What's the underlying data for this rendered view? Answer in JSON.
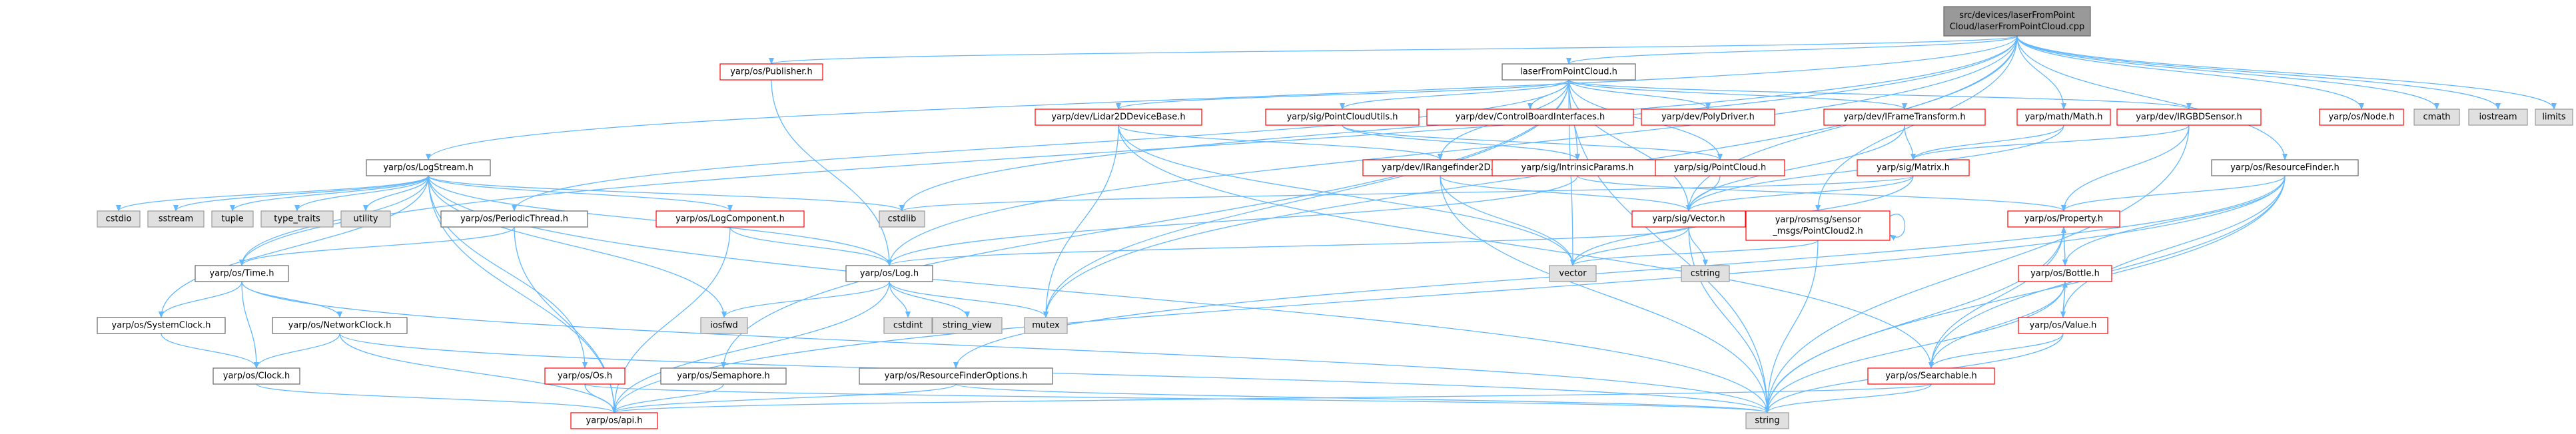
{
  "colors": {
    "edge": "#63b8ff",
    "root_fill": "#999999",
    "root_stroke": "#666666",
    "doc_fill": "#ffffff",
    "doc_stroke": "#666666",
    "incomplete_stroke": "#ff0000",
    "external_fill": "#e0e0e0",
    "external_stroke": "#999999"
  },
  "nodes": [
    {
      "id": "root",
      "label": [
        "src/devices/laserFromPoint",
        "Cloud/laserFromPointCloud.cpp"
      ],
      "kind": "root"
    },
    {
      "id": "lfpc_h",
      "label": [
        "laserFromPointCloud.h"
      ],
      "kind": "doc"
    },
    {
      "id": "publisher",
      "label": [
        "yarp/os/Publisher.h"
      ],
      "kind": "incomplete"
    },
    {
      "id": "mathmath",
      "label": [
        "yarp/math/Math.h"
      ],
      "kind": "incomplete"
    },
    {
      "id": "osnode",
      "label": [
        "yarp/os/Node.h"
      ],
      "kind": "incomplete"
    },
    {
      "id": "cmath",
      "label": [
        "cmath"
      ],
      "kind": "external"
    },
    {
      "id": "iostream",
      "label": [
        "iostream"
      ],
      "kind": "external"
    },
    {
      "id": "limits",
      "label": [
        "limits"
      ],
      "kind": "external"
    },
    {
      "id": "lidar",
      "label": [
        "yarp/dev/Lidar2DDeviceBase.h"
      ],
      "kind": "incomplete"
    },
    {
      "id": "pcutils",
      "label": [
        "yarp/sig/PointCloudUtils.h"
      ],
      "kind": "incomplete"
    },
    {
      "id": "cbi",
      "label": [
        "yarp/dev/ControlBoardInterfaces.h"
      ],
      "kind": "incomplete"
    },
    {
      "id": "polydriver",
      "label": [
        "yarp/dev/PolyDriver.h"
      ],
      "kind": "incomplete"
    },
    {
      "id": "frametransform",
      "label": [
        "yarp/dev/IFrameTransform.h"
      ],
      "kind": "incomplete"
    },
    {
      "id": "rgbd",
      "label": [
        "yarp/dev/IRGBDSensor.h"
      ],
      "kind": "incomplete"
    },
    {
      "id": "logstream",
      "label": [
        "yarp/os/LogStream.h"
      ],
      "kind": "doc"
    },
    {
      "id": "rangefinder",
      "label": [
        "yarp/dev/IRangefinder2D.h"
      ],
      "kind": "incomplete"
    },
    {
      "id": "intrinsic",
      "label": [
        "yarp/sig/IntrinsicParams.h"
      ],
      "kind": "incomplete"
    },
    {
      "id": "pointcloud",
      "label": [
        "yarp/sig/PointCloud.h"
      ],
      "kind": "incomplete"
    },
    {
      "id": "matrix",
      "label": [
        "yarp/sig/Matrix.h"
      ],
      "kind": "incomplete"
    },
    {
      "id": "resfinder",
      "label": [
        "yarp/os/ResourceFinder.h"
      ],
      "kind": "doc"
    },
    {
      "id": "periodic",
      "label": [
        "yarp/os/PeriodicThread.h"
      ],
      "kind": "doc"
    },
    {
      "id": "logcomp",
      "label": [
        "yarp/os/LogComponent.h"
      ],
      "kind": "incomplete"
    },
    {
      "id": "cstdio",
      "label": [
        "cstdio"
      ],
      "kind": "external"
    },
    {
      "id": "sstream",
      "label": [
        "sstream"
      ],
      "kind": "external"
    },
    {
      "id": "tuple",
      "label": [
        "tuple"
      ],
      "kind": "external"
    },
    {
      "id": "typetraits",
      "label": [
        "type_traits"
      ],
      "kind": "external"
    },
    {
      "id": "utility",
      "label": [
        "utility"
      ],
      "kind": "external"
    },
    {
      "id": "cstdlib",
      "label": [
        "cstdlib"
      ],
      "kind": "external"
    },
    {
      "id": "svector",
      "label": [
        "yarp/sig/Vector.h"
      ],
      "kind": "incomplete"
    },
    {
      "id": "rosmsg",
      "label": [
        "yarp/rosmsg/sensor",
        "_msgs/PointCloud2.h"
      ],
      "kind": "incomplete"
    },
    {
      "id": "property",
      "label": [
        "yarp/os/Property.h"
      ],
      "kind": "incomplete"
    },
    {
      "id": "ostime",
      "label": [
        "yarp/os/Time.h"
      ],
      "kind": "doc"
    },
    {
      "id": "oslog",
      "label": [
        "yarp/os/Log.h"
      ],
      "kind": "doc"
    },
    {
      "id": "vector",
      "label": [
        "vector"
      ],
      "kind": "external"
    },
    {
      "id": "cstring",
      "label": [
        "cstring"
      ],
      "kind": "external"
    },
    {
      "id": "bottle",
      "label": [
        "yarp/os/Bottle.h"
      ],
      "kind": "incomplete"
    },
    {
      "id": "sysclock",
      "label": [
        "yarp/os/SystemClock.h"
      ],
      "kind": "doc"
    },
    {
      "id": "netclock",
      "label": [
        "yarp/os/NetworkClock.h"
      ],
      "kind": "doc"
    },
    {
      "id": "iosfwd",
      "label": [
        "iosfwd"
      ],
      "kind": "external"
    },
    {
      "id": "cstdint",
      "label": [
        "cstdint"
      ],
      "kind": "external"
    },
    {
      "id": "stringview",
      "label": [
        "string_view"
      ],
      "kind": "external"
    },
    {
      "id": "mutex",
      "label": [
        "mutex"
      ],
      "kind": "external"
    },
    {
      "id": "value",
      "label": [
        "yarp/os/Value.h"
      ],
      "kind": "incomplete"
    },
    {
      "id": "osclock",
      "label": [
        "yarp/os/Clock.h"
      ],
      "kind": "doc"
    },
    {
      "id": "osos",
      "label": [
        "yarp/os/Os.h"
      ],
      "kind": "incomplete"
    },
    {
      "id": "semaphore",
      "label": [
        "yarp/os/Semaphore.h"
      ],
      "kind": "doc"
    },
    {
      "id": "rfopts",
      "label": [
        "yarp/os/ResourceFinderOptions.h"
      ],
      "kind": "doc"
    },
    {
      "id": "searchable",
      "label": [
        "yarp/os/Searchable.h"
      ],
      "kind": "incomplete"
    },
    {
      "id": "api",
      "label": [
        "yarp/os/api.h"
      ],
      "kind": "incomplete"
    },
    {
      "id": "string",
      "label": [
        "string"
      ],
      "kind": "external"
    }
  ],
  "edges": [
    [
      "root",
      "lfpc_h"
    ],
    [
      "root",
      "publisher"
    ],
    [
      "root",
      "mathmath"
    ],
    [
      "root",
      "osnode"
    ],
    [
      "root",
      "cmath"
    ],
    [
      "root",
      "iostream"
    ],
    [
      "root",
      "limits"
    ],
    [
      "root",
      "logstream"
    ],
    [
      "root",
      "ostime"
    ],
    [
      "root",
      "oslog"
    ],
    [
      "root",
      "cstdlib"
    ],
    [
      "root",
      "mutex"
    ],
    [
      "root",
      "resfinder"
    ],
    [
      "root",
      "svector"
    ],
    [
      "root",
      "rosmsg"
    ],
    [
      "lfpc_h",
      "lidar"
    ],
    [
      "lfpc_h",
      "pcutils"
    ],
    [
      "lfpc_h",
      "cbi"
    ],
    [
      "lfpc_h",
      "polydriver"
    ],
    [
      "lfpc_h",
      "frametransform"
    ],
    [
      "lfpc_h",
      "rgbd"
    ],
    [
      "lfpc_h",
      "rangefinder"
    ],
    [
      "lfpc_h",
      "intrinsic"
    ],
    [
      "lfpc_h",
      "pointcloud"
    ],
    [
      "lfpc_h",
      "periodic"
    ],
    [
      "lfpc_h",
      "semaphore"
    ],
    [
      "lfpc_h",
      "string"
    ],
    [
      "lfpc_h",
      "vector"
    ],
    [
      "lfpc_h",
      "svector"
    ],
    [
      "lfpc_h",
      "mutex"
    ],
    [
      "publisher",
      "oslog"
    ],
    [
      "mathmath",
      "matrix"
    ],
    [
      "mathmath",
      "svector"
    ],
    [
      "lidar",
      "rangefinder"
    ],
    [
      "lidar",
      "searchable"
    ],
    [
      "lidar",
      "mutex"
    ],
    [
      "lidar",
      "vector"
    ],
    [
      "pcutils",
      "pointcloud"
    ],
    [
      "pcutils",
      "intrinsic"
    ],
    [
      "frametransform",
      "matrix"
    ],
    [
      "frametransform",
      "svector"
    ],
    [
      "rgbd",
      "matrix"
    ],
    [
      "rgbd",
      "property"
    ],
    [
      "rgbd",
      "string"
    ],
    [
      "logstream",
      "cstdio"
    ],
    [
      "logstream",
      "sstream"
    ],
    [
      "logstream",
      "tuple"
    ],
    [
      "logstream",
      "typetraits"
    ],
    [
      "logstream",
      "utility"
    ],
    [
      "logstream",
      "cstdlib"
    ],
    [
      "logstream",
      "logcomp"
    ],
    [
      "logstream",
      "oslog"
    ],
    [
      "logstream",
      "ostime"
    ],
    [
      "logstream",
      "sysclock"
    ],
    [
      "logstream",
      "osos"
    ],
    [
      "logstream",
      "iosfwd"
    ],
    [
      "logstream",
      "api"
    ],
    [
      "logstream",
      "string"
    ],
    [
      "rangefinder",
      "svector"
    ],
    [
      "rangefinder",
      "vector"
    ],
    [
      "rangefinder",
      "string"
    ],
    [
      "intrinsic",
      "property"
    ],
    [
      "intrinsic",
      "oslog"
    ],
    [
      "pointcloud",
      "svector"
    ],
    [
      "matrix",
      "svector"
    ],
    [
      "matrix",
      "cstdlib"
    ],
    [
      "matrix",
      "vector"
    ],
    [
      "resfinder",
      "property"
    ],
    [
      "resfinder",
      "bottle"
    ],
    [
      "resfinder",
      "value"
    ],
    [
      "resfinder",
      "searchable"
    ],
    [
      "resfinder",
      "rfopts"
    ],
    [
      "resfinder",
      "string"
    ],
    [
      "resfinder",
      "api"
    ],
    [
      "periodic",
      "ostime"
    ],
    [
      "periodic",
      "api"
    ],
    [
      "logcomp",
      "oslog"
    ],
    [
      "logcomp",
      "api"
    ],
    [
      "svector",
      "oslog"
    ],
    [
      "svector",
      "cstring"
    ],
    [
      "svector",
      "vector"
    ],
    [
      "svector",
      "string"
    ],
    [
      "rosmsg",
      "rosmsg"
    ],
    [
      "rosmsg",
      "vector"
    ],
    [
      "rosmsg",
      "string"
    ],
    [
      "property",
      "bottle"
    ],
    [
      "property",
      "searchable"
    ],
    [
      "property",
      "string"
    ],
    [
      "ostime",
      "sysclock"
    ],
    [
      "ostime",
      "netclock"
    ],
    [
      "ostime",
      "osclock"
    ],
    [
      "ostime",
      "string"
    ],
    [
      "oslog",
      "iosfwd"
    ],
    [
      "oslog",
      "cstdint"
    ],
    [
      "oslog",
      "stringview"
    ],
    [
      "oslog",
      "mutex"
    ],
    [
      "oslog",
      "api"
    ],
    [
      "bottle",
      "property"
    ],
    [
      "bottle",
      "value"
    ],
    [
      "bottle",
      "searchable"
    ],
    [
      "bottle",
      "string"
    ],
    [
      "value",
      "bottle"
    ],
    [
      "value",
      "searchable"
    ],
    [
      "value",
      "string"
    ],
    [
      "sysclock",
      "osclock"
    ],
    [
      "netclock",
      "osclock"
    ],
    [
      "netclock",
      "api"
    ],
    [
      "netclock",
      "string"
    ],
    [
      "osclock",
      "api"
    ],
    [
      "osos",
      "api"
    ],
    [
      "osos",
      "string"
    ],
    [
      "semaphore",
      "api"
    ],
    [
      "rfopts",
      "api"
    ],
    [
      "rfopts",
      "string"
    ],
    [
      "searchable",
      "api"
    ],
    [
      "searchable",
      "string"
    ]
  ]
}
